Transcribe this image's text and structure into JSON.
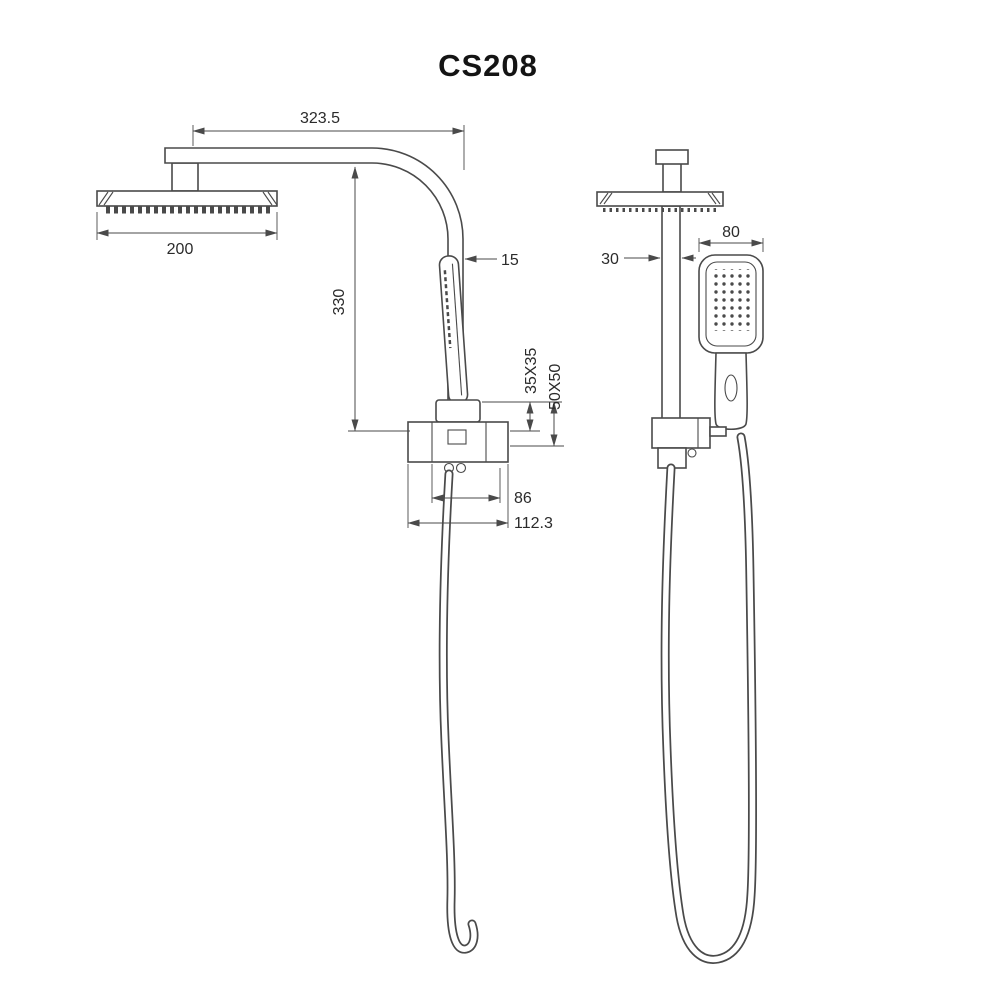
{
  "title": "CS208",
  "side_view": {
    "dim_arm_reach": "323.5",
    "dim_head_width": "200",
    "dim_pipe": "15",
    "dim_drop": "330",
    "dim_holder": "35X35",
    "dim_bracket": "50X50",
    "dim_outlet_span": "86",
    "dim_bracket_width": "112.3"
  },
  "front_view": {
    "dim_rail": "30",
    "dim_handshower": "80"
  }
}
